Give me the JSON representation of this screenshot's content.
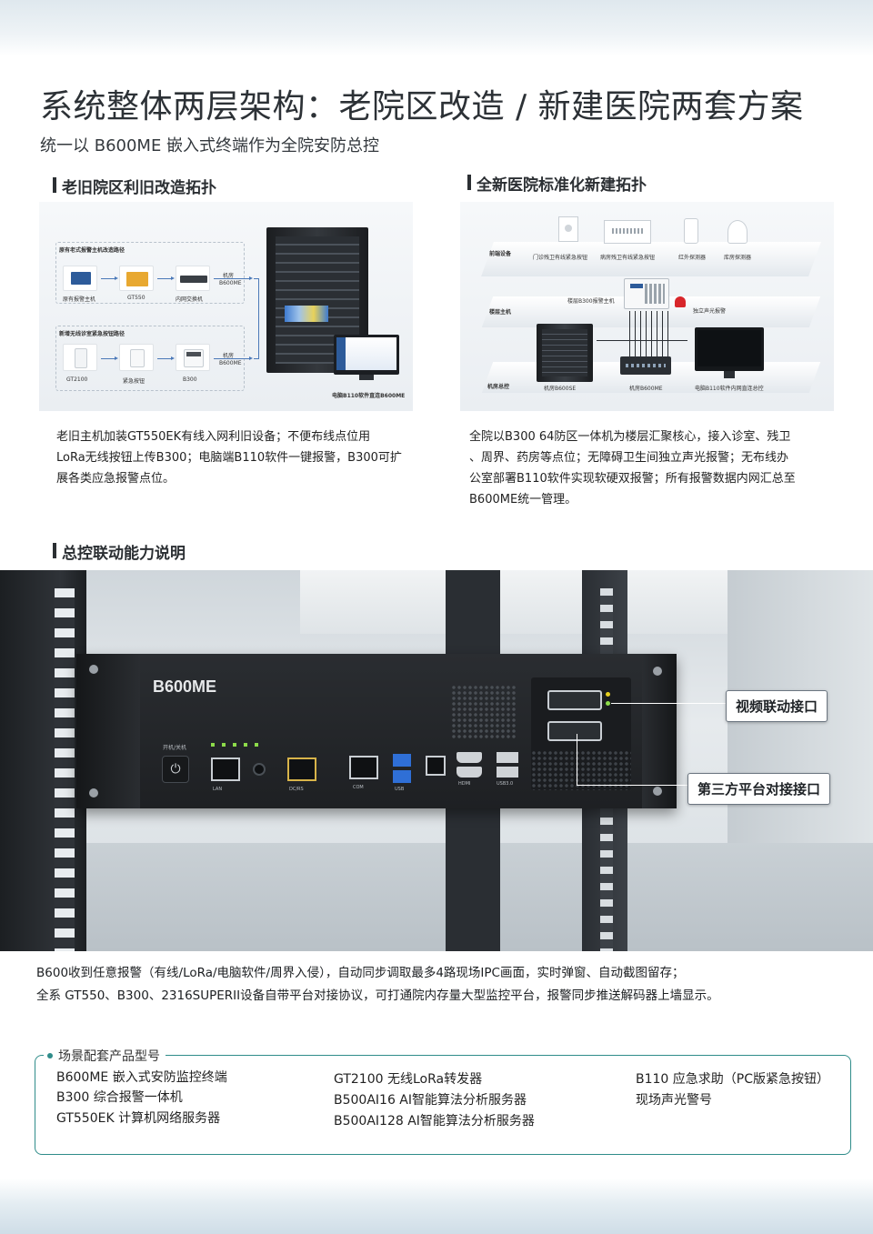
{
  "header": {
    "title": "系统整体两层架构：老院区改造 / 新建医院两套方案",
    "subtitle": "统一以 B600ME 嵌入式终端作为全院安防总控"
  },
  "left_section": {
    "heading": "老旧院区利旧改造拓扑",
    "diagram": {
      "path1_title": "原有老式报警主机改造路径",
      "path1_devices": [
        "原有报警主机",
        "GT550",
        "内网交换机"
      ],
      "path1_target": [
        "机房",
        "B600ME"
      ],
      "path2_title": "新增无线诊室紧急按钮路径",
      "path2_devices": [
        "GT2100",
        "紧急按钮",
        "B300"
      ],
      "path2_target": [
        "机房",
        "B600ME"
      ],
      "monitor_caption": "电脑B110软件直连B600ME"
    },
    "description": [
      "老旧主机加装GT550EK有线入网利旧设备；不便布线点位用",
      "LoRa无线按钮上传B300；电脑端B110软件一键报警，B300可扩",
      "展各类应急报警点位。"
    ]
  },
  "right_section": {
    "heading": "全新医院标准化新建拓扑",
    "diagram": {
      "layer_front": "前端设备",
      "layer_floor": "楼层主机",
      "layer_room": "机房总控",
      "front_devices": [
        "门诊残卫有线紧急按钮",
        "病房残卫有线紧急按钮",
        "红外探测器",
        "库房探测器"
      ],
      "floor_host": "楼层B300报警主机",
      "siren": "独立声光报警",
      "room_devices": [
        "机房B600SE",
        "机房B600ME",
        "电脑B110软件内网直连总控"
      ]
    },
    "description": [
      "全院以B300 64防区一体机为楼层汇聚核心，接入诊室、残卫",
      "、周界、药房等点位；无障碍卫生间独立声光报警；无布线办",
      "公室部署B110软件实现软硬双报警；所有报警数据内网汇总至",
      "B600ME统一管理。"
    ]
  },
  "linkage_section": {
    "heading": "总控联动能力说明",
    "device_brand": "B600ME",
    "power_label": "开机/关机",
    "port_labels": [
      "LAN",
      "DC/RS",
      "COM",
      "USB",
      "HDMI",
      "USB3.0"
    ],
    "callouts": [
      "视频联动接口",
      "第三方平台对接接口"
    ],
    "caption": [
      "B600收到任意报警（有线/LoRa/电脑软件/周界入侵），自动同步调取最多4路现场IPC画面，实时弹窗、自动截图留存；",
      "全系 GT550、B300、2316SUPERII设备自带平台对接协议，可打通院内存量大型监控平台，报警同步推送解码器上墙显示。"
    ]
  },
  "products": {
    "title": "场景配套产品型号",
    "col1": [
      "B600ME  嵌入式安防监控终端",
      "B300  综合报警一体机",
      "GT550EK  计算机网络服务器"
    ],
    "col2": [
      "GT2100  无线LoRa转发器",
      "B500AI16  AI智能算法分析服务器",
      "B500AI128  AI智能算法分析服务器"
    ],
    "col3": [
      "B110  应急求助（PC版紧急按钮）",
      "现场声光警号"
    ]
  },
  "colors": {
    "accent": "#2f8c8a",
    "flow_arrow": "#4b79b8",
    "text": "#1f2328"
  }
}
